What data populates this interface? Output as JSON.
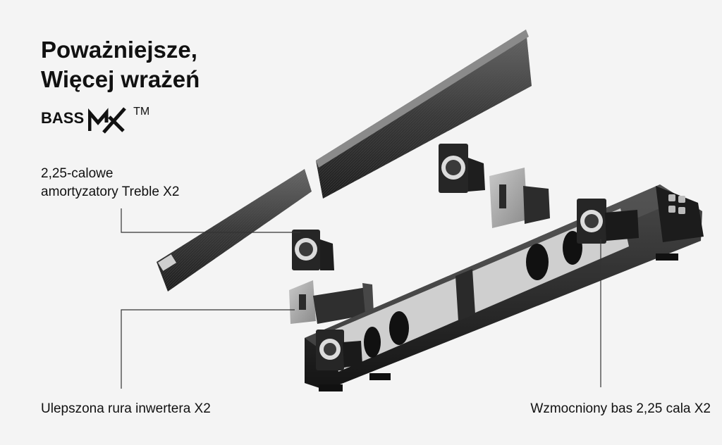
{
  "headline": {
    "line1": "Poważniejsze,",
    "line2": "Więcej wrażeń"
  },
  "logo": {
    "text": "BASS",
    "tm": "TM"
  },
  "callouts": {
    "treble_line1": "2,25-calowe",
    "treble_line2": "amortyzatory Treble X2",
    "tube": "Ulepszona rura inwertera X2",
    "bass": "Wzmocniony bas 2,25 cala X2"
  },
  "colors": {
    "background": "#f4f4f4",
    "text": "#111111",
    "speaker_body": "#2a2a2a",
    "leader_line": "#333333"
  }
}
